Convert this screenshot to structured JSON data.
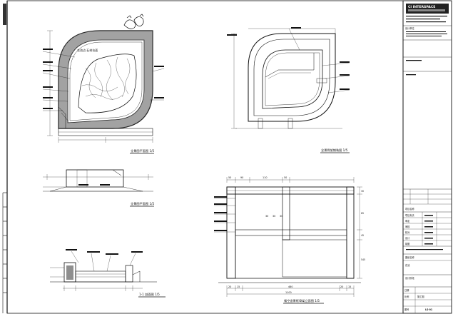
{
  "drawing": {
    "views": {
      "plan_view_title": "全景图平面图 1/5",
      "plan_label_note": "花池边 石材台面",
      "frame_elevation_title": "全景骨架铺装图 1/5",
      "pit_plan_title": "全景图平面图 1/5",
      "section_title": "1-1 剖面图 1/5",
      "elevation_title": "镂空造景框骨架立面图 1/5"
    },
    "dimensions": {
      "top_row": [
        "50",
        "90",
        "110",
        "50"
      ],
      "mid_row": [
        "30",
        "30",
        "30"
      ],
      "bottom_row": [
        "20",
        "15",
        "460",
        "20",
        "15"
      ],
      "total": "1100",
      "right_side": [
        "30",
        "65",
        "45",
        "545"
      ]
    },
    "title_block": {
      "brand": "CI INTERSPACE",
      "header": "设计单位",
      "project_label": "项目名称",
      "drawing_label": "图纸名称",
      "stage_label": "设计阶段",
      "stage_value": "施工图",
      "roles": [
        "项目负责",
        "审定",
        "审核",
        "校对",
        "设计",
        "制图"
      ],
      "drawing_name_value": "花池",
      "drawing_no_label": "图号",
      "drawing_no": "LS-01",
      "date_label": "日期",
      "scale_label": "比例"
    }
  }
}
